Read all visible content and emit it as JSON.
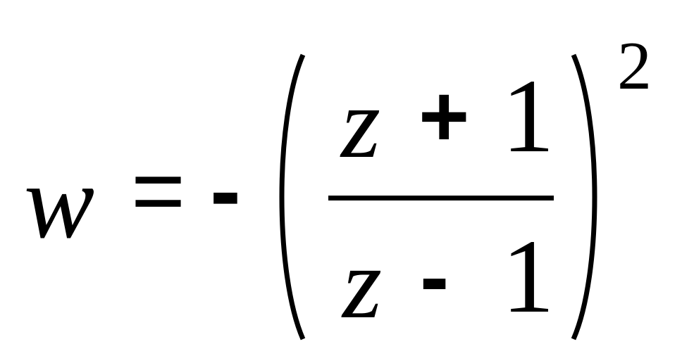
{
  "formula": {
    "variable": "w",
    "equals": "=",
    "negative_sign": "-",
    "numerator": {
      "variable": "z",
      "operator": "+",
      "constant": "1"
    },
    "denominator": {
      "variable": "z",
      "operator": "-",
      "constant": "1"
    },
    "exponent": "2"
  }
}
